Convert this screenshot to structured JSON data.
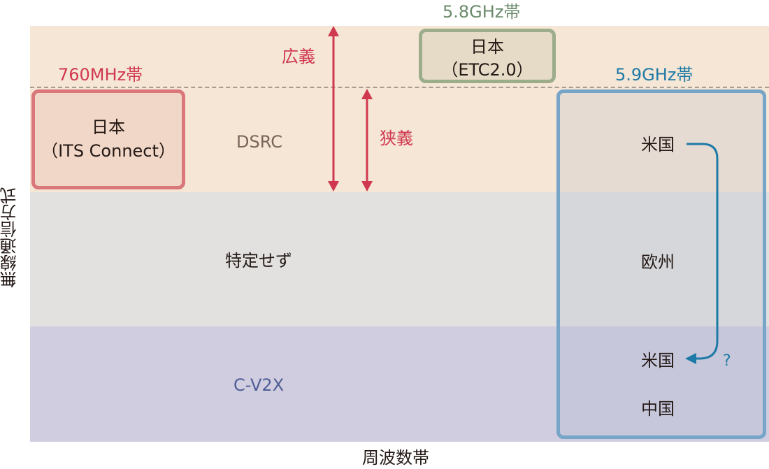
{
  "title": "無線通信方式と周波数帯",
  "axes": {
    "y_label": "無線通信方式",
    "x_label": "周波数帯"
  },
  "bands": [
    {
      "id": "dsrc",
      "label": "DSRC",
      "color": "#f5e6d6",
      "label_color": "#7a6459"
    },
    {
      "id": "unspecified",
      "label": "特定せず",
      "color": "#e2e1df",
      "label_color": "#231815"
    },
    {
      "id": "cv2x",
      "label": "C-V2X",
      "color": "#d0cde0",
      "label_color": "#4f5e96"
    }
  ],
  "definition_arrows": [
    {
      "label": "広義",
      "color": "#d0384f"
    },
    {
      "label": "狭義",
      "color": "#d0384f"
    }
  ],
  "frequency_groups": [
    {
      "band_label": "760MHz帯",
      "color": "#d0384f",
      "entries": [
        {
          "line1": "日本",
          "line2": "（ITS Connect）"
        }
      ]
    },
    {
      "band_label": "5.8GHz帯",
      "color": "#6a8b6b",
      "entries": [
        {
          "line1": "日本",
          "line2": "（ETC2.0）"
        }
      ]
    },
    {
      "band_label": "5.9GHz帯",
      "color": "#1e7aa6",
      "entries": [
        {
          "region": "米国"
        },
        {
          "region": "欧州"
        },
        {
          "region": "米国"
        },
        {
          "region": "中国"
        }
      ],
      "transition_note": "?"
    }
  ]
}
